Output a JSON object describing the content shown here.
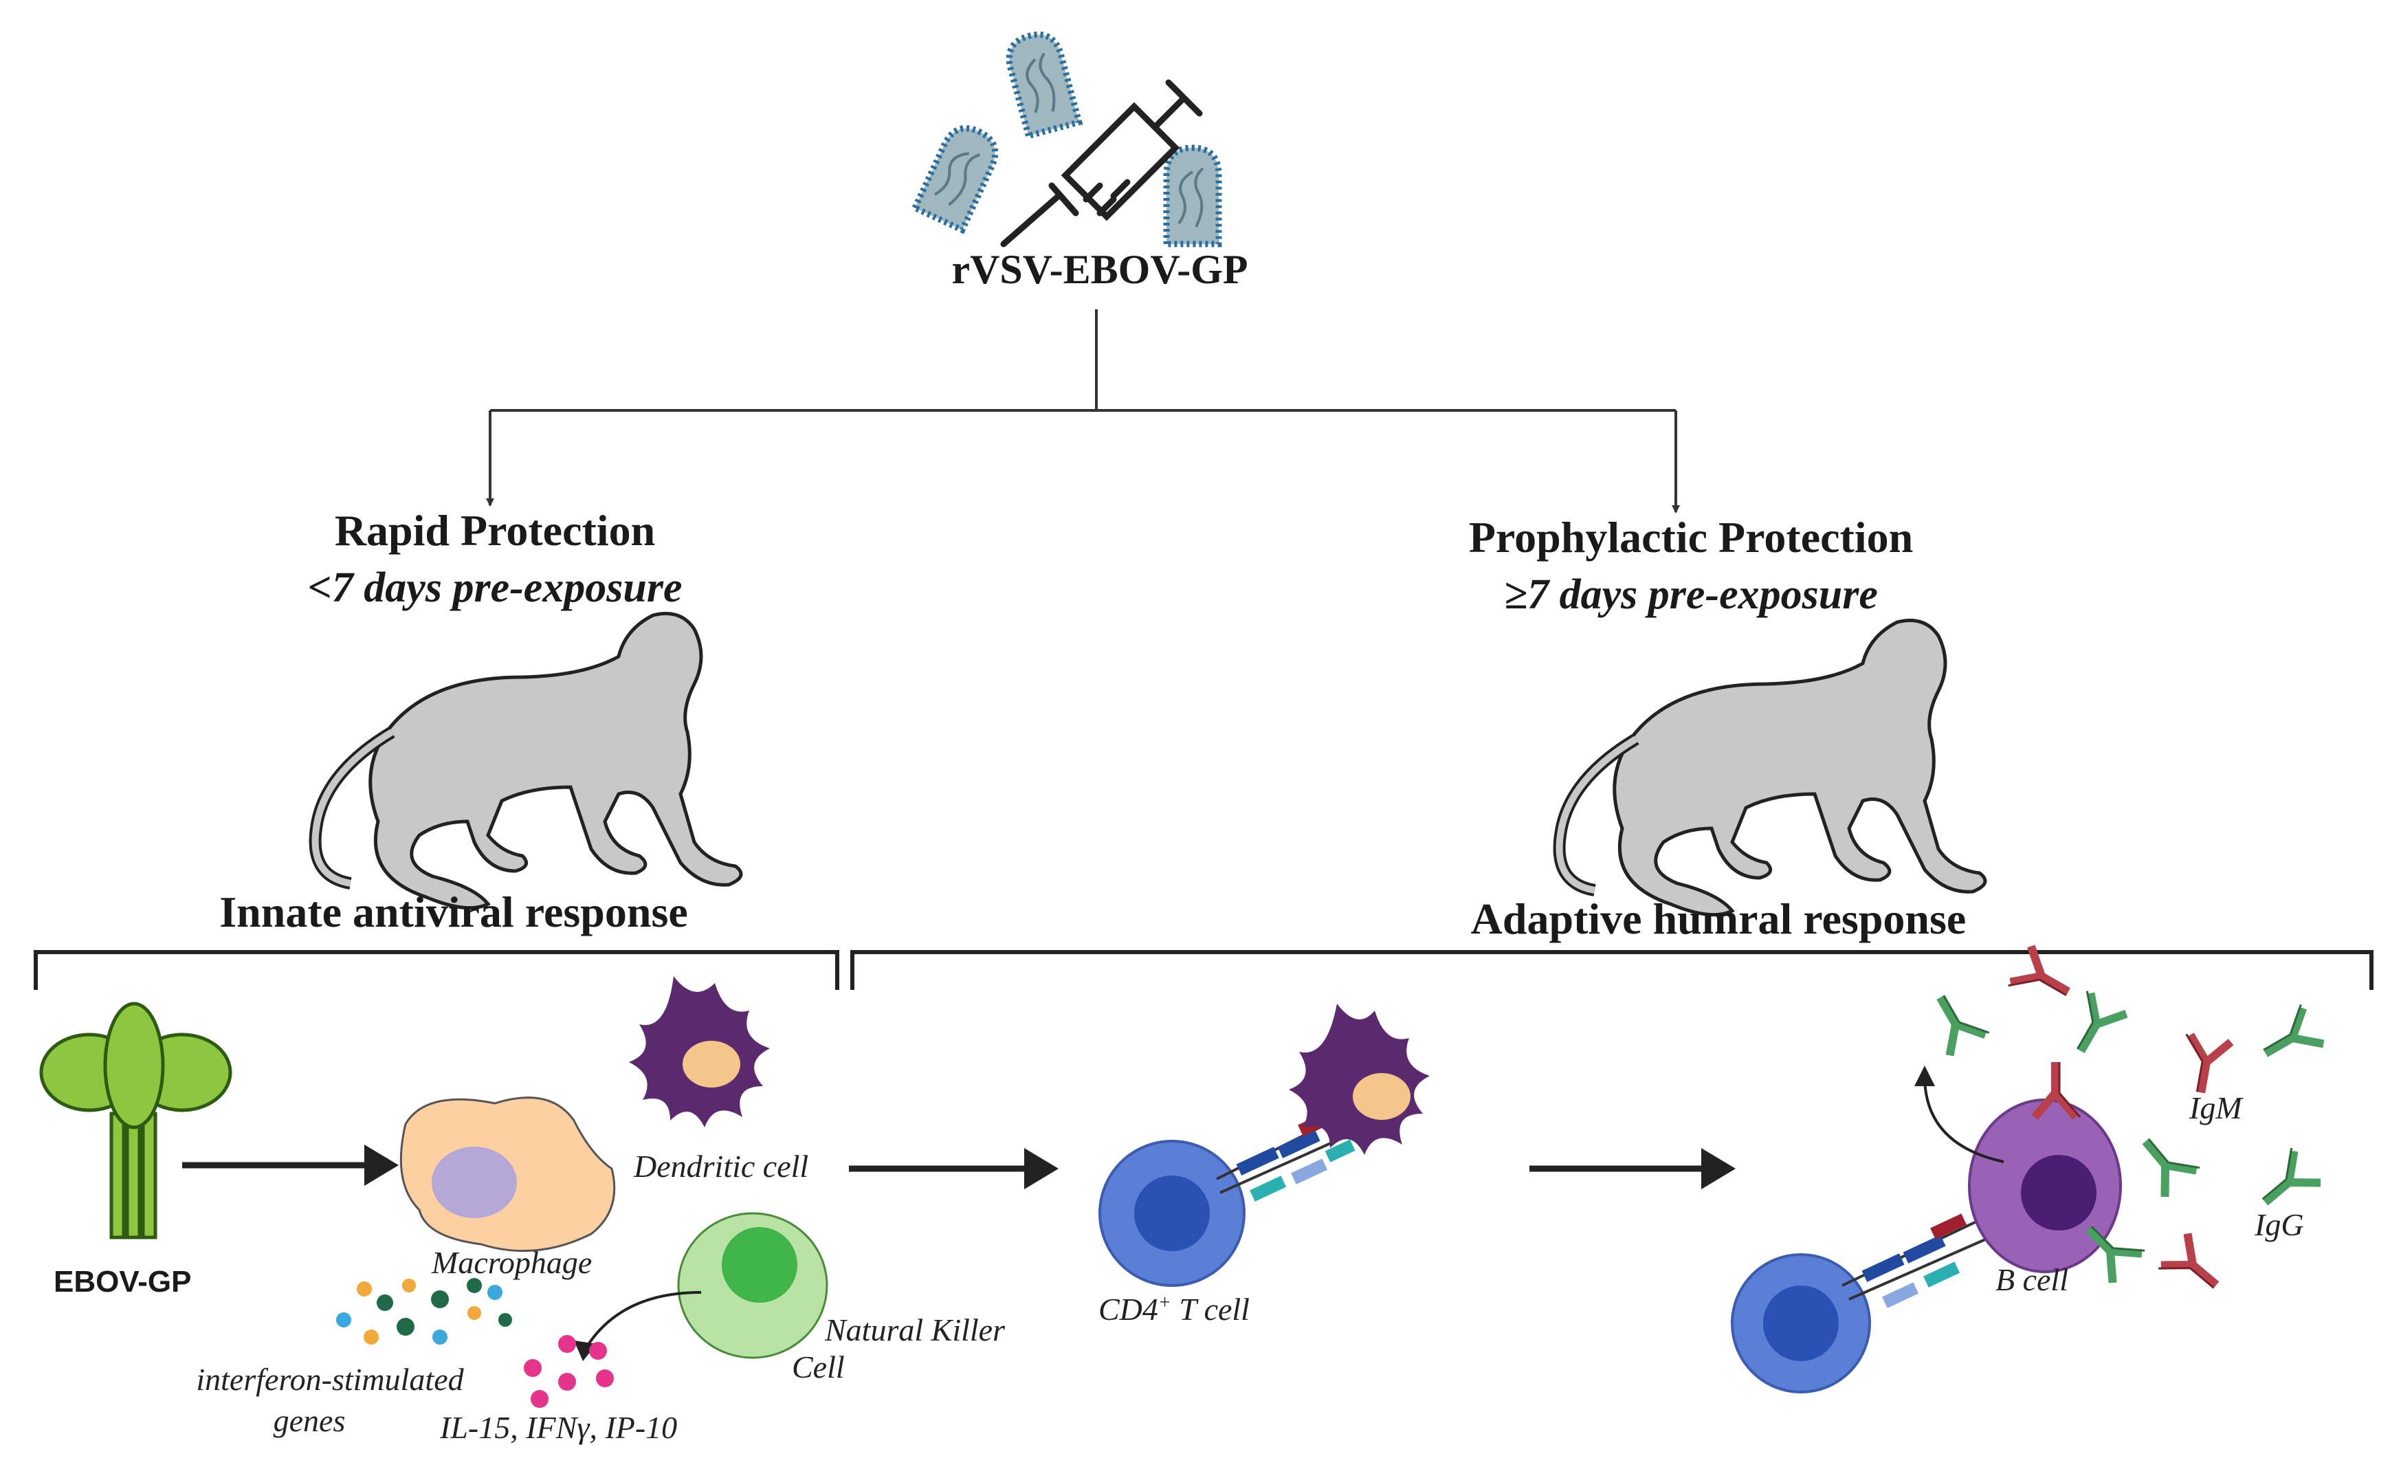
{
  "vaccine": {
    "label": "rVSV-EBOV-GP"
  },
  "branches": {
    "rapid": {
      "title": "Rapid Protection",
      "subtitle": "<7 days pre-exposure",
      "response": "Innate antiviral response"
    },
    "prophylactic": {
      "title": "Prophylactic Protection",
      "subtitle": "≥7 days pre-exposure",
      "response": "Adaptive humral response"
    }
  },
  "innate": {
    "ebov_gp": "EBOV-GP",
    "macrophage": "Macrophage",
    "dendritic_cell": "Dendritic cell",
    "nk_cell_line1": "Natural Killer",
    "nk_cell_line2": "Cell",
    "isg_line1": "interferon-stimulated",
    "isg_line2": "genes",
    "cytokines": "IL-15, IFNγ, IP-10"
  },
  "adaptive": {
    "cd4_prefix": "CD4",
    "cd4_sup": "+",
    "cd4_suffix": " T cell",
    "b_cell": "B cell",
    "igm": "IgM",
    "igg": "IgG"
  },
  "colors": {
    "line": "#333333",
    "monkey": "#c8c8c8",
    "virion_fill": "#9fb8c0",
    "virion_border": "#2a6ea0",
    "gp_green": "#8dc63f",
    "macrophage": "#fcd0a1",
    "macrophage_nucleus": "#b3a8d6",
    "dendritic": "#5b2a6e",
    "dendritic_nucleus": "#f4c68a",
    "nk_outer": "#b9e3a5",
    "nk_nucleus": "#3fb54a",
    "tcell_outer": "#5b7fd6",
    "tcell_nucleus": "#2a52b5",
    "bcell_outer": "#9a62b6",
    "bcell_nucleus": "#4a1e72",
    "igm": "#b8404a",
    "igg": "#4aa060",
    "cytokine_pink": "#e6338c",
    "isg_orange": "#f2a93b",
    "isg_green": "#1f6a48",
    "isg_blue": "#3aa8dc"
  }
}
